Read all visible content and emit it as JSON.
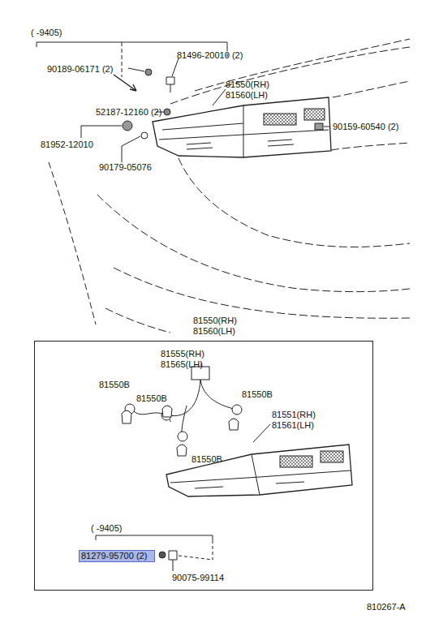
{
  "diagram": {
    "nodes": [
      {
        "text": [
          "81550(RH) 81560(LH)"
        ]
      },
      {
        "text": [
          "81279-95700 (2)"
        ],
        "in": 0
      }
    ],
    "labels": [
      "( -9405)",
      "90189-06171 (2)",
      "81496-20010 (2)",
      "81550(RH)",
      "81560(LH)",
      "52187-12160 (2)",
      "90159-60540 (2)",
      "81952-12010",
      "90179-05076",
      "81555(RH)",
      "81565(LH)",
      "81550B",
      "81550B",
      "81550B",
      "81551(RH)",
      "81561(LH)",
      "81550B",
      "( -9405)",
      "90075-99114",
      "810267-A"
    ]
  }
}
